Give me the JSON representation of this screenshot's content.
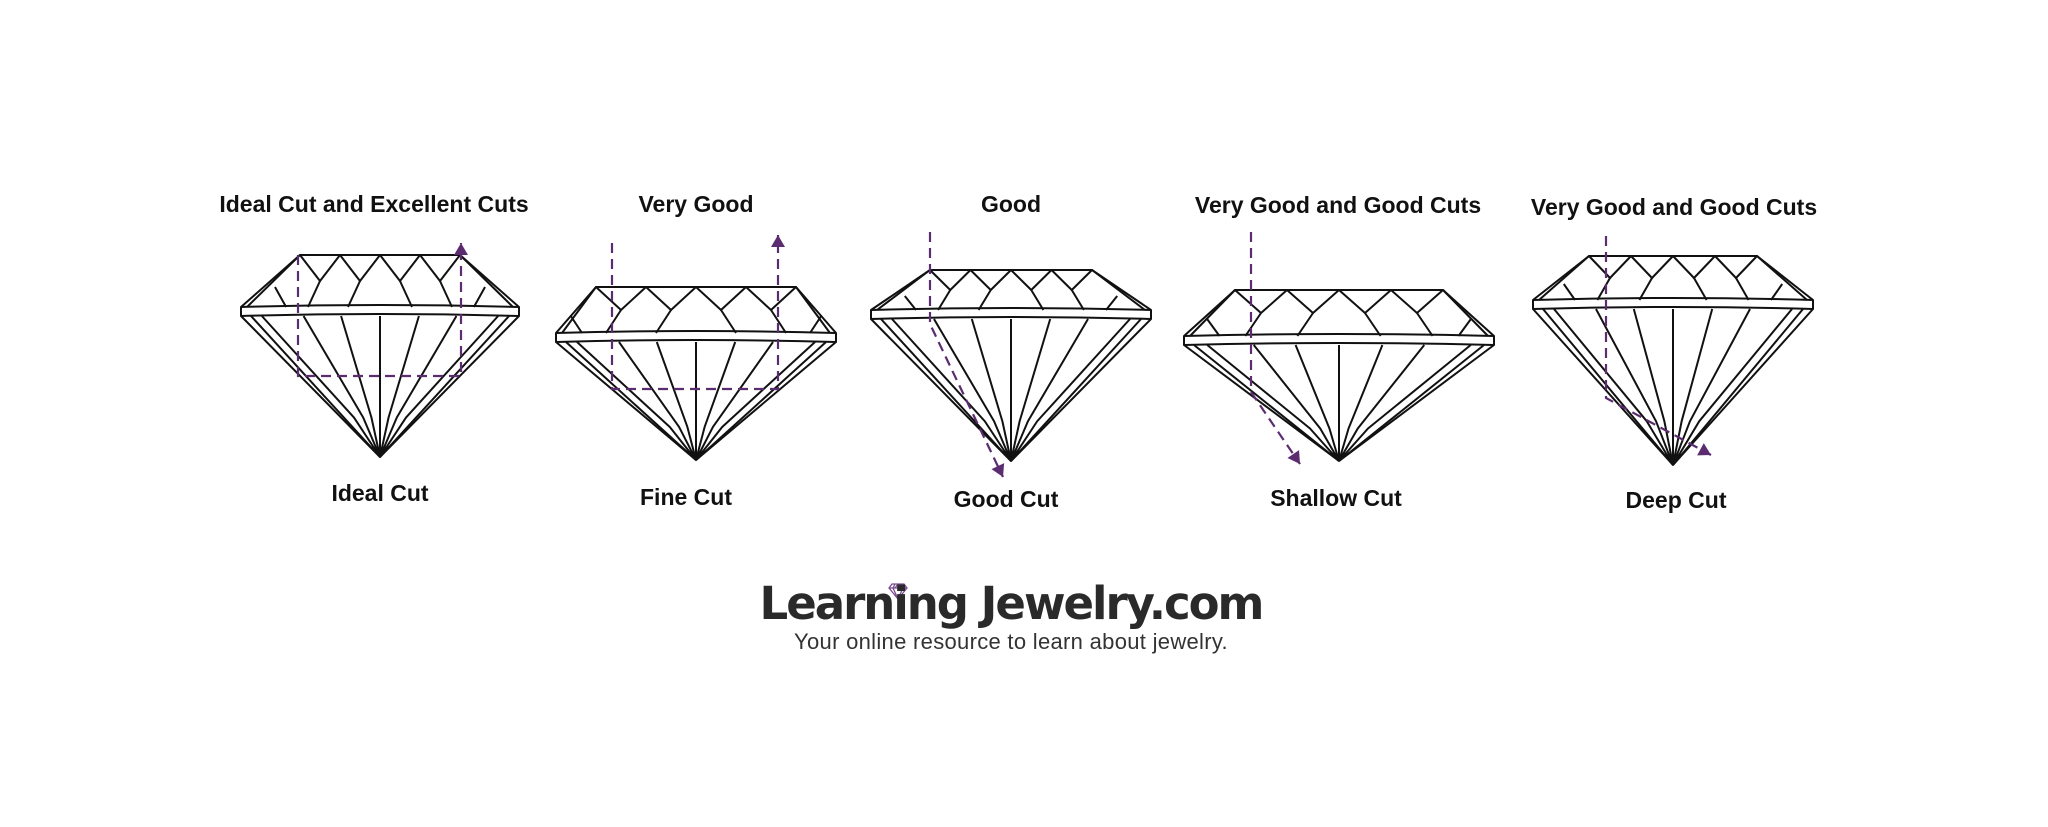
{
  "accent_color": "#5b2c6f",
  "diamonds": [
    {
      "title": "Ideal Cut and Excellent Cuts",
      "label": "Ideal Cut",
      "light_path": "reflected-up"
    },
    {
      "title": "Very Good",
      "label": "Fine Cut",
      "light_path": "reflected-up"
    },
    {
      "title": "Good",
      "label": "Good Cut",
      "light_path": "leaks-bottom"
    },
    {
      "title": "Very Good and Good Cuts",
      "label": "Shallow Cut",
      "light_path": "leaks-bottom"
    },
    {
      "title": "Very Good and Good Cuts",
      "label": "Deep Cut",
      "light_path": "leaks-side"
    }
  ],
  "logo": {
    "text": "Learning Jewelry.com",
    "tagline": "Your online resource to learn about jewelry.",
    "icon": "diamond-icon"
  }
}
